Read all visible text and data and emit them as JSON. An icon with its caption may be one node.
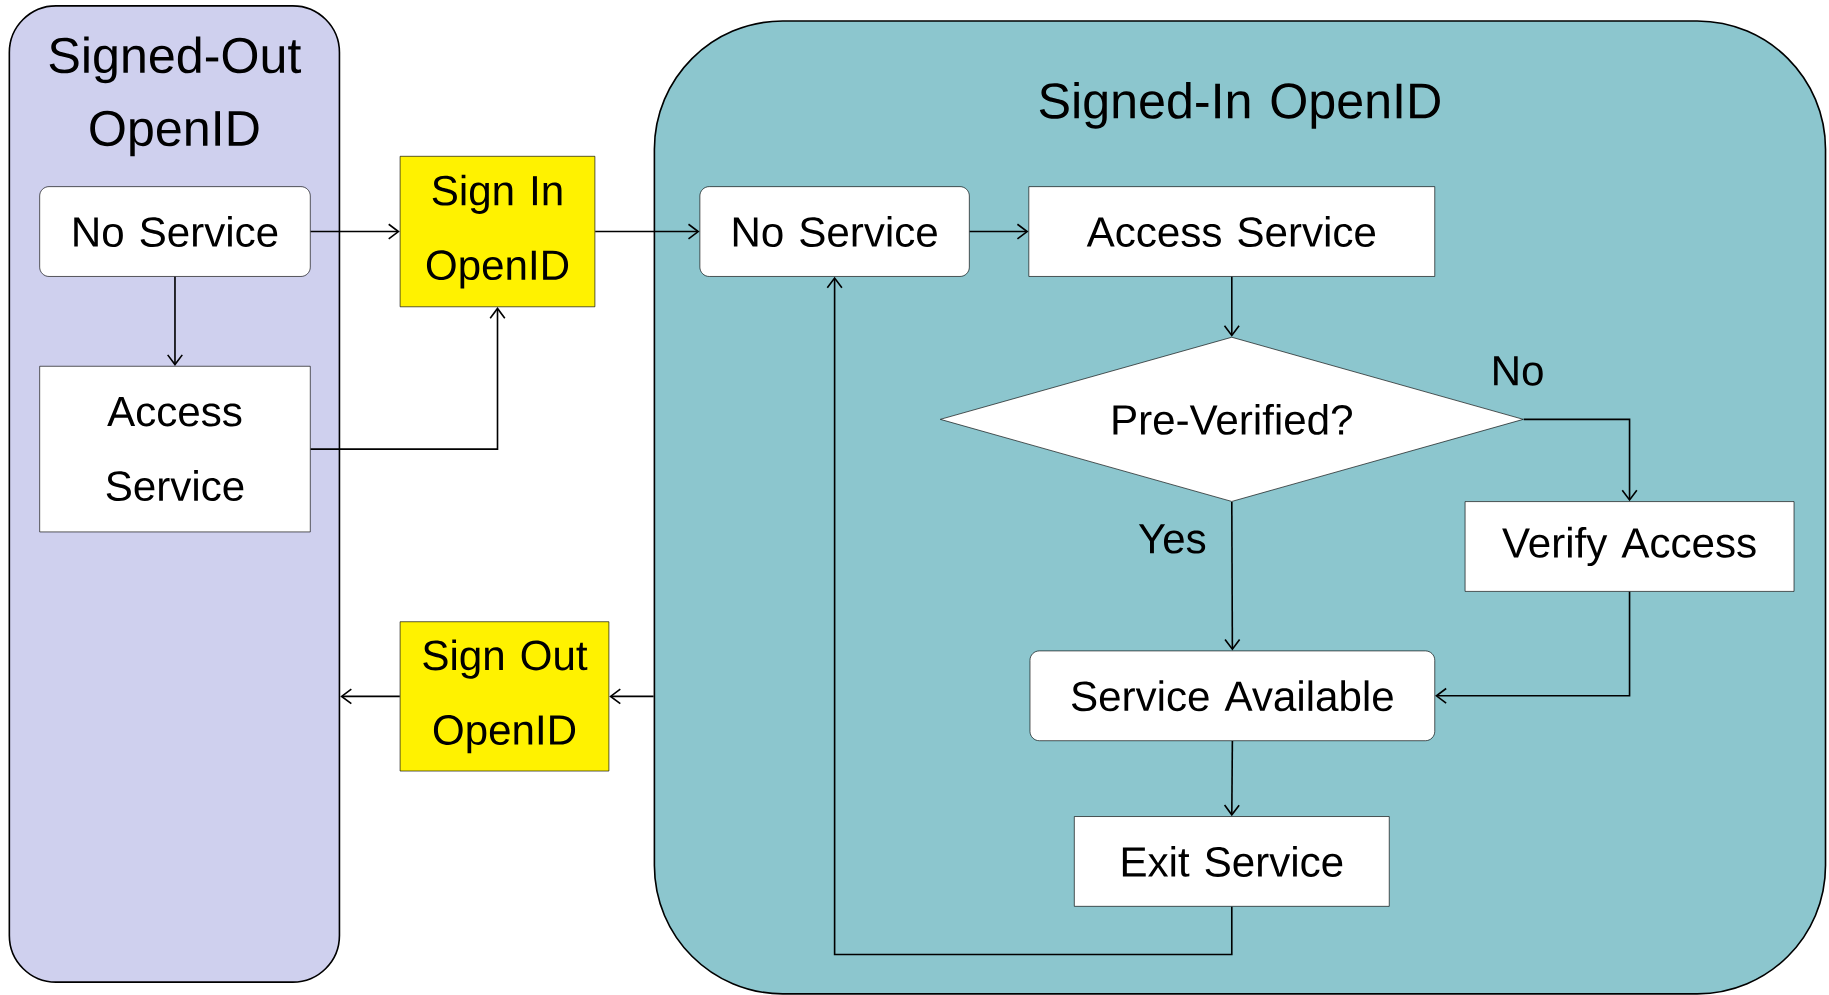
{
  "diagram": {
    "nodes": [
      {
        "text": [
          "Signed-Out OpenID"
        ]
      },
      {
        "text": [
          "No Service"
        ],
        "in": 0
      },
      {
        "text": [
          "Access Service"
        ],
        "in": 0
      },
      {
        "text": [
          "Sign In OpenID"
        ]
      },
      {
        "text": [
          "Signed-In OpenID"
        ]
      },
      {
        "text": [
          "No Service"
        ],
        "in": 4
      },
      {
        "text": [
          "Access Service"
        ],
        "in": 4
      },
      {
        "text": [
          "Pre-Verified?"
        ],
        "in": 4
      },
      {
        "text": [
          "Verify Access"
        ],
        "in": 4
      },
      {
        "text": [
          "Service Available"
        ],
        "in": 4
      },
      {
        "text": [
          "Exit Service"
        ],
        "in": 4
      },
      {
        "text": [
          "Sign Out OpenID"
        ]
      }
    ],
    "edges": [
      {
        "from": 1,
        "to": 3,
        "arrow": "to"
      },
      {
        "from": 1,
        "to": 2,
        "arrow": "to"
      },
      {
        "from": 2,
        "to": 3,
        "arrow": "to"
      },
      {
        "from": 3,
        "to": 5,
        "arrow": "to"
      },
      {
        "from": 5,
        "to": 6,
        "arrow": "to"
      },
      {
        "from": 6,
        "to": 7,
        "arrow": "to"
      },
      {
        "from": 7,
        "to": 8,
        "label": "No",
        "arrow": "to"
      },
      {
        "from": 7,
        "to": 9,
        "label": "Yes",
        "arrow": "to"
      },
      {
        "from": 8,
        "to": 9,
        "arrow": "to"
      },
      {
        "from": 9,
        "to": 10,
        "arrow": "to"
      },
      {
        "from": 10,
        "to": 5,
        "arrow": "to"
      },
      {
        "from": 4,
        "to": 11,
        "arrow": "to"
      },
      {
        "from": 11,
        "to": 0,
        "arrow": "to"
      }
    ]
  }
}
